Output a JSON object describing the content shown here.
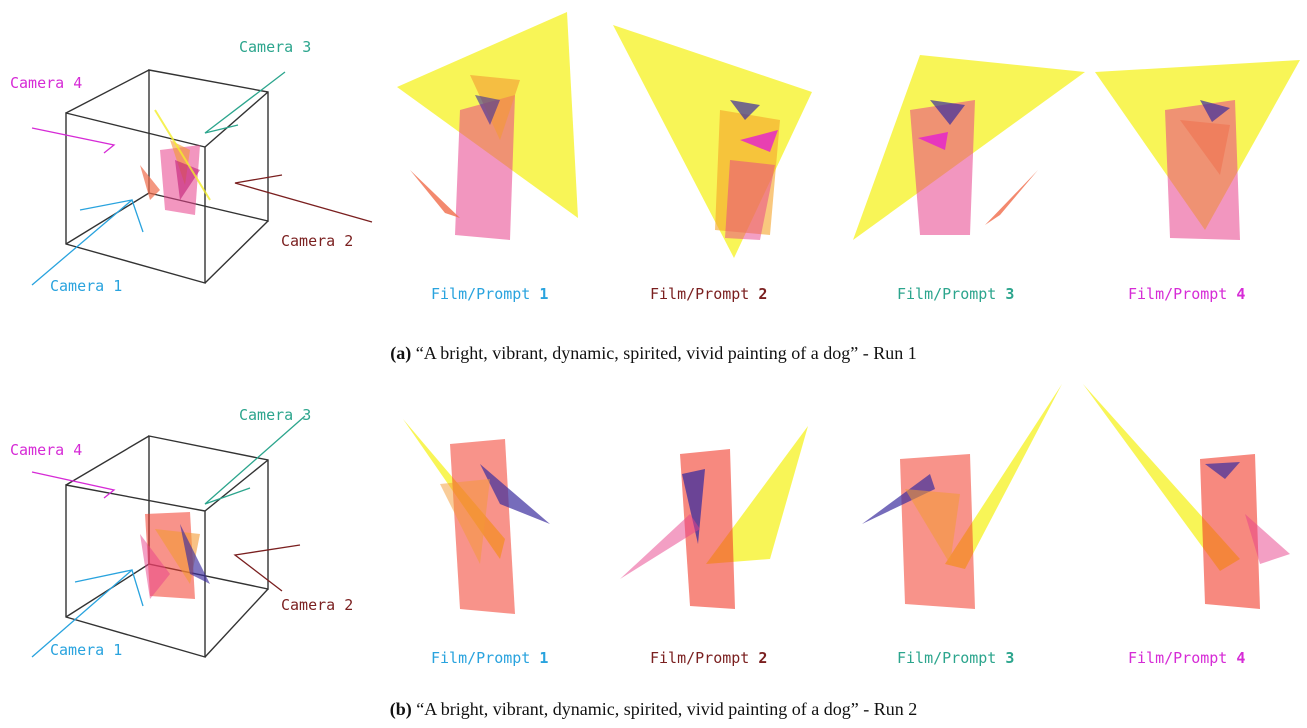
{
  "colors": {
    "camera1": "#29a3de",
    "camera2": "#7a1f1f",
    "camera3": "#2ca58d",
    "camera4": "#d62bd6",
    "film_triangle": "#f7f33a",
    "cube_edges": "#333333"
  },
  "panels": [
    {
      "cameras": {
        "camera1": "Camera 1",
        "camera2": "Camera 2",
        "camera3": "Camera 3",
        "camera4": "Camera 4"
      },
      "films": [
        {
          "prefix": "Film/Prompt ",
          "number": "1"
        },
        {
          "prefix": "Film/Prompt ",
          "number": "2"
        },
        {
          "prefix": "Film/Prompt ",
          "number": "3"
        },
        {
          "prefix": "Film/Prompt ",
          "number": "4"
        }
      ],
      "caption": {
        "tag": "(a)",
        "text": " “A bright, vibrant, dynamic, spirited, vivid painting of a dog” - Run 1"
      }
    },
    {
      "cameras": {
        "camera1": "Camera 1",
        "camera2": "Camera 2",
        "camera3": "Camera 3",
        "camera4": "Camera 4"
      },
      "films": [
        {
          "prefix": "Film/Prompt ",
          "number": "1"
        },
        {
          "prefix": "Film/Prompt ",
          "number": "2"
        },
        {
          "prefix": "Film/Prompt ",
          "number": "3"
        },
        {
          "prefix": "Film/Prompt ",
          "number": "4"
        }
      ],
      "caption": {
        "tag": "(b)",
        "text": " “A bright, vibrant, dynamic, spirited, vivid painting of a dog” - Run 2"
      }
    }
  ]
}
